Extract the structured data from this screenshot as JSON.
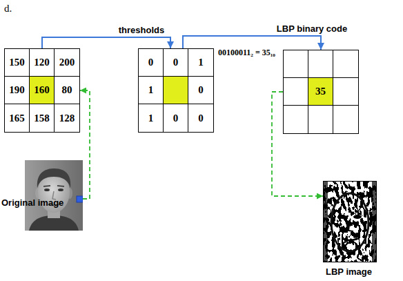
{
  "diagram": {
    "nodes": [
      {
        "text": [
          "150",
          "120",
          "200",
          "190",
          "160",
          "80",
          "165",
          "158",
          "128"
        ]
      },
      {
        "text": [
          "0",
          "0",
          "1",
          "1",
          "0",
          "1",
          "0",
          "0"
        ]
      },
      {
        "text": [
          "35"
        ]
      },
      {
        "text": [
          "Original image"
        ]
      },
      {
        "text": [
          "LBP image"
        ]
      }
    ],
    "edges": [
      {
        "from": 0,
        "to": 1,
        "arrow": "to",
        "label": "thresholds"
      },
      {
        "from": 1,
        "to": 2,
        "arrow": "to",
        "label": "LBP binary code"
      },
      {
        "from": 3,
        "to": 0,
        "arrow": "to"
      },
      {
        "from": 2,
        "to": 4,
        "arrow": "to"
      }
    ],
    "labels": [
      "d.",
      "00100011₂ = 35₁₀"
    ]
  }
}
